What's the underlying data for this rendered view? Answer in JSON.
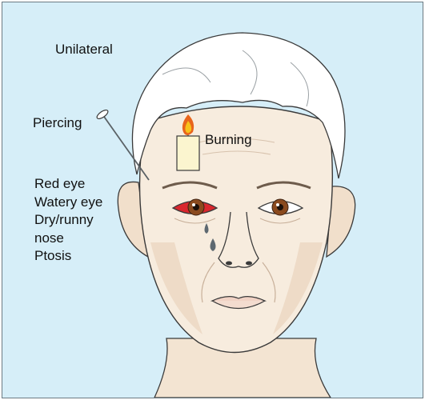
{
  "labels": {
    "unilateral": "Unilateral",
    "piercing": "Piercing",
    "burning": "Burning",
    "symptoms": [
      "Red eye",
      "Watery eye",
      "Dry/runny",
      "nose",
      "Ptosis"
    ]
  },
  "colors": {
    "background": "#d6eef8",
    "skin": "#f7ecde",
    "skin_shadow": "#ead4bd",
    "hair": "#ffffff",
    "iris": "#8a4a1e",
    "red_eye": "#d9272e",
    "candle": "#fbf5cf",
    "flame_outer": "#e8651b",
    "flame_inner": "#f7c21b",
    "tear": "#5d6870"
  },
  "icons": [
    "pin-icon",
    "candle-icon",
    "flame-icon",
    "tear-drop-icon"
  ]
}
